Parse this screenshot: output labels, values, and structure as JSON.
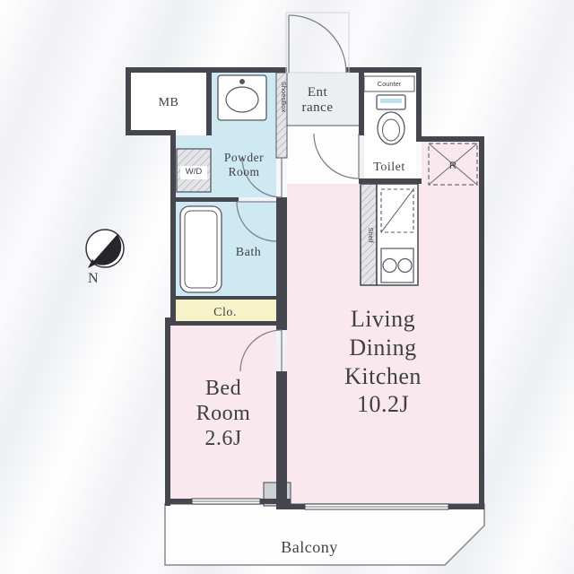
{
  "meta": {
    "type": "apartment-floor-plan"
  },
  "colors": {
    "wall": "#45464e",
    "room_pink": "#f9e9ee",
    "water_blue": "#cfe9f3",
    "closet_cream": "#f6f3c8",
    "entrance_gray": "#eceef0",
    "hall_white": "#fdfdfe",
    "step_gray": "#cdd0d5",
    "text": "#3f4046"
  },
  "rooms": {
    "mb": {
      "label": "MB"
    },
    "entrance": {
      "line1": "Ent",
      "line2": "rance"
    },
    "shoes_box": {
      "label": "ShoesBox"
    },
    "powder_room": {
      "line1": "Powder",
      "line2": "Room"
    },
    "washer_dryer": {
      "label": "W/D"
    },
    "counter": {
      "label": "Counter"
    },
    "toilet": {
      "label": "Toilet"
    },
    "bath": {
      "label": "Bath"
    },
    "shelf": {
      "label": "Shelf"
    },
    "refrigerator": {
      "label": "R"
    },
    "closet": {
      "label": "Clo."
    },
    "bedroom": {
      "line1": "Bed",
      "line2": "Room",
      "size": "2.6J"
    },
    "ldk": {
      "line1": "Living",
      "line2": "Dining",
      "line3": "Kitchen",
      "size": "10.2J"
    },
    "balcony": {
      "label": "Balcony"
    }
  },
  "compass": {
    "north_label": "N"
  }
}
